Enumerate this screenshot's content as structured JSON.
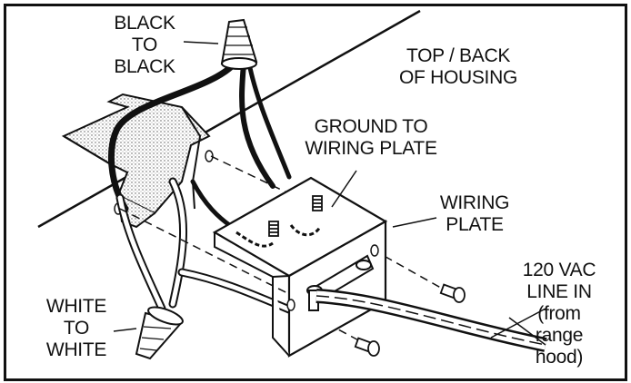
{
  "labels": {
    "black_to_black": [
      "BLACK",
      "TO",
      "BLACK"
    ],
    "top_back_housing": [
      "TOP / BACK",
      "OF HOUSING"
    ],
    "ground_to_plate": [
      "GROUND TO",
      "WIRING PLATE"
    ],
    "wiring_plate": [
      "WIRING",
      "PLATE"
    ],
    "line_in": [
      "120 VAC",
      "LINE IN",
      "(from",
      "range",
      "hood)"
    ],
    "white_to_white": [
      "WHITE",
      "TO",
      "WHITE"
    ]
  },
  "colors": {
    "ink": "#111111",
    "paper": "#ffffff",
    "shade": "#d9d9d9"
  }
}
